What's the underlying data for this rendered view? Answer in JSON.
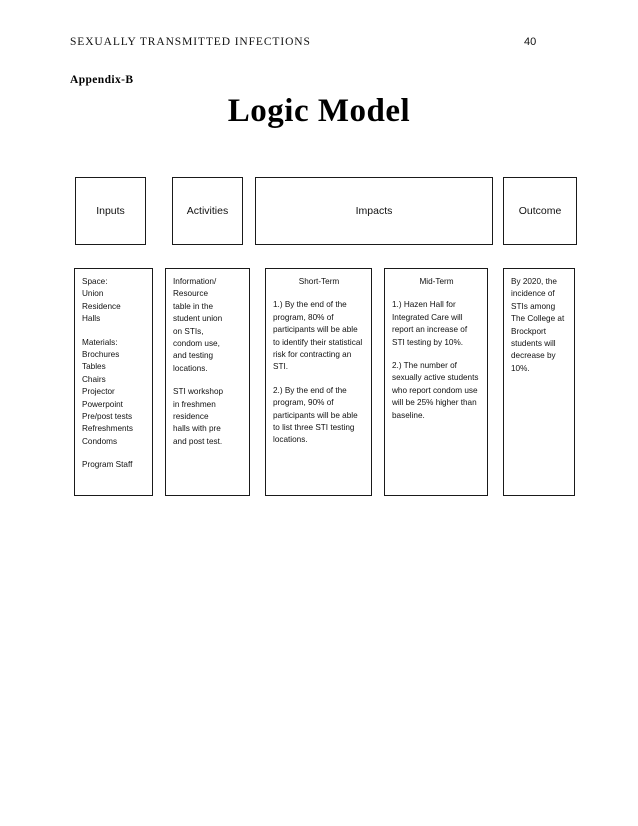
{
  "page": {
    "running_head": "SEXUALLY  TRANSMITTED  INFECTIONS",
    "page_number": "40",
    "appendix_label": "Appendix-B",
    "title": "Logic Model"
  },
  "logic_model": {
    "headers": [
      {
        "id": "inputs",
        "label": "Inputs"
      },
      {
        "id": "activities",
        "label": "Activities"
      },
      {
        "id": "impacts",
        "label": "Impacts"
      },
      {
        "id": "outcome",
        "label": "Outcome"
      }
    ],
    "columns": {
      "inputs": {
        "heading": "",
        "blocks": [
          "Space:\nUnion\nResidence\nHalls",
          "Materials:\nBrochures\nTables\nChairs\nProjector\nPowerpoint\nPre/post tests\nRefreshments\nCondoms",
          "Program Staff"
        ]
      },
      "activities": {
        "heading": "",
        "blocks": [
          "Information/\nResource\ntable in the\nstudent union\non STIs,\ncondom use,\nand testing\nlocations.",
          "STI workshop\nin freshmen\nresidence\nhalls with pre\nand post test."
        ]
      },
      "short_term": {
        "heading": "Short-Term",
        "blocks": [
          "1.) By the end of the program, 80% of participants will be able to identify their statistical risk for contracting an STI.",
          "2.) By the end of the program, 90% of participants will be able to list three STI testing locations."
        ]
      },
      "mid_term": {
        "heading": "Mid-Term",
        "blocks": [
          "1.) Hazen Hall for Integrated Care will report an increase of STI testing by 10%.",
          "2.) The number of sexually active students who report condom use will be 25% higher than baseline."
        ]
      },
      "outcome": {
        "heading": "",
        "blocks": [
          "By 2020, the incidence of STIs among The College at Brockport students will decrease by 10%."
        ]
      }
    }
  }
}
